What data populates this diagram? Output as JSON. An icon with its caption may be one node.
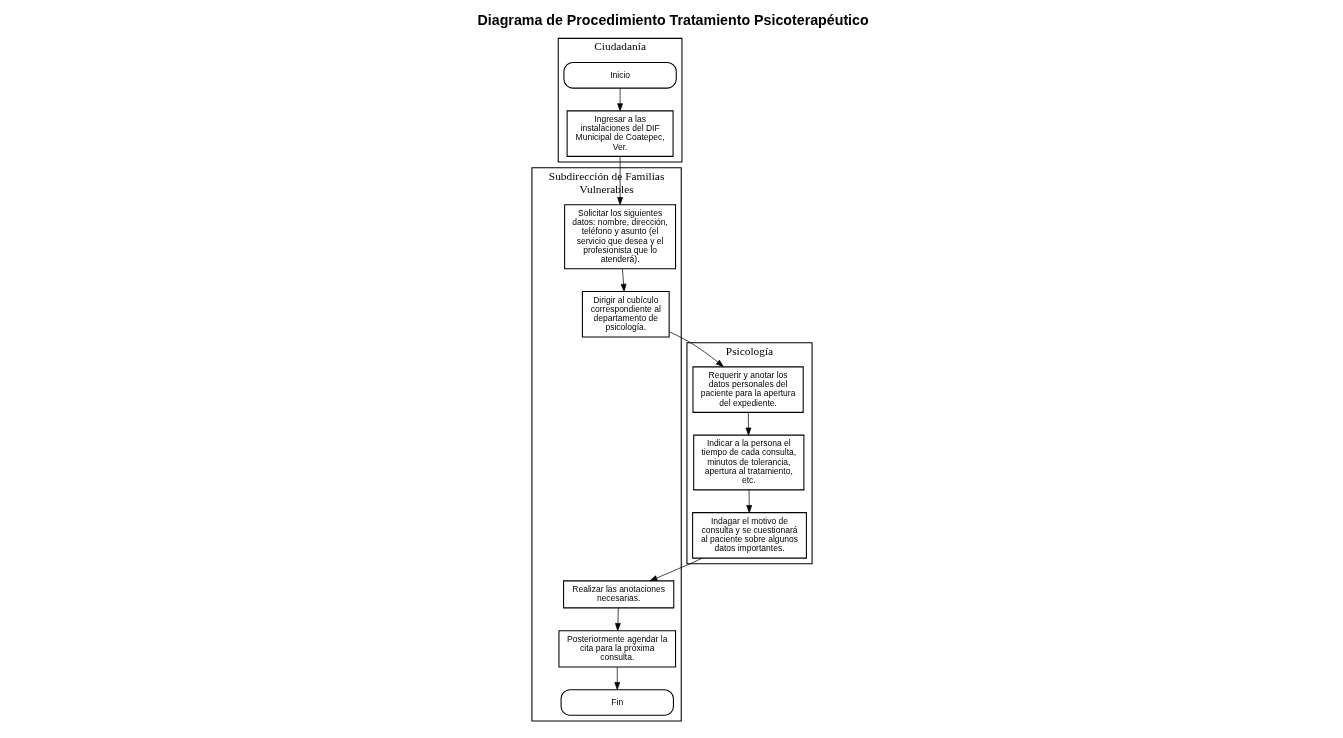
{
  "diagram": {
    "title": "Diagrama de Procedimiento Tratamiento Psicoterapéutico",
    "nodes": [
      {
        "text": [
          "Ciudadanía"
        ]
      },
      {
        "text": [
          "Subdirección de Familias Vulnerables"
        ]
      },
      {
        "text": [
          "Psicología"
        ]
      },
      {
        "text": [
          "Inicio"
        ],
        "in": 0
      },
      {
        "text": [
          "Ingresar a las instalaciones del DIF Municipal de Coatepec, Ver."
        ],
        "in": 0
      },
      {
        "text": [
          "Solicitar los siguientes datos: nombre, dirección, teléfono y asunto (el servicio que desea y el profesionista que lo atenderá)."
        ],
        "in": 1
      },
      {
        "text": [
          "Dirigir al cubículo correspondiente al departamento de psicología."
        ],
        "in": 1
      },
      {
        "text": [
          "Requerir y anotar los datos personales del paciente para la apertura del expediente."
        ],
        "in": 2
      },
      {
        "text": [
          "Indicar a la persona el tiempo de cada consulta, minutos de tolerancia, apertura al tratamiento, etc."
        ],
        "in": 2
      },
      {
        "text": [
          "Indagar el motivo de consulta y se cuestionará al paciente sobre algunos datos importantes."
        ],
        "in": 2
      },
      {
        "text": [
          "Realizar las anotaciones necesarias."
        ],
        "in": 1
      },
      {
        "text": [
          "Posteriormente agendar la cita para la próxima consulta."
        ],
        "in": 1
      },
      {
        "text": [
          "Fin"
        ],
        "in": 1
      }
    ],
    "edges": [
      {
        "from": 3,
        "to": 4,
        "arrow": "to"
      },
      {
        "from": 4,
        "to": 5,
        "arrow": "to"
      },
      {
        "from": 5,
        "to": 6,
        "arrow": "to"
      },
      {
        "from": 6,
        "to": 7,
        "arrow": "to"
      },
      {
        "from": 7,
        "to": 8,
        "arrow": "to"
      },
      {
        "from": 8,
        "to": 9,
        "arrow": "to"
      },
      {
        "from": 9,
        "to": 10,
        "arrow": "to"
      },
      {
        "from": 10,
        "to": 11,
        "arrow": "to"
      },
      {
        "from": 11,
        "to": 12,
        "arrow": "to"
      }
    ]
  }
}
